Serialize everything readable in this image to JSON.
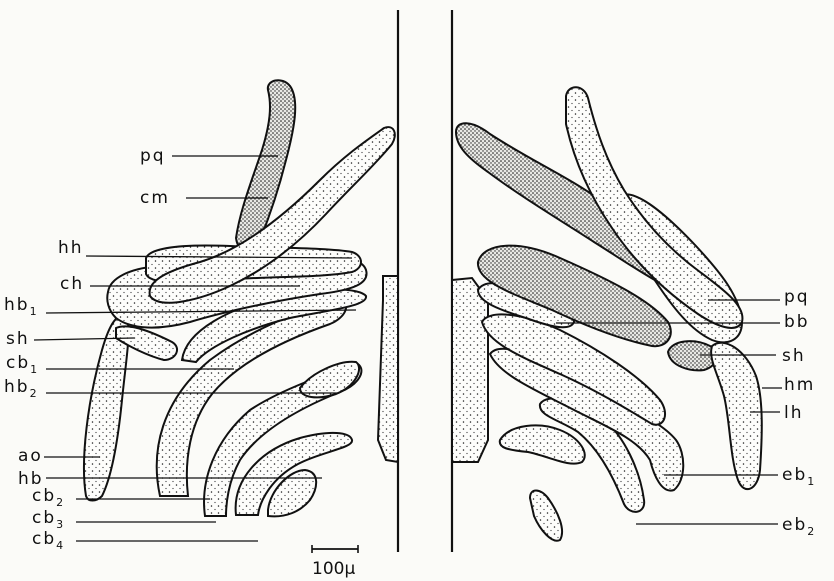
{
  "left_labels": [
    {
      "main": "pq",
      "sub": ""
    },
    {
      "main": "cm",
      "sub": ""
    },
    {
      "main": "hh",
      "sub": ""
    },
    {
      "main": "ch",
      "sub": ""
    },
    {
      "main": "hb",
      "sub": "1"
    },
    {
      "main": "sh",
      "sub": ""
    },
    {
      "main": "cb",
      "sub": "1"
    },
    {
      "main": "hb",
      "sub": "2"
    },
    {
      "main": "ao",
      "sub": ""
    },
    {
      "main": "hb",
      "sub": ""
    },
    {
      "main": "cb",
      "sub": "2"
    },
    {
      "main": "cb",
      "sub": "3"
    },
    {
      "main": "cb",
      "sub": "4"
    }
  ],
  "right_labels": [
    {
      "main": "pq",
      "sub": ""
    },
    {
      "main": "bb",
      "sub": ""
    },
    {
      "main": "sh",
      "sub": ""
    },
    {
      "main": "hm",
      "sub": ""
    },
    {
      "main": "lh",
      "sub": ""
    },
    {
      "main": "eb",
      "sub": "1"
    },
    {
      "main": "eb",
      "sub": "2"
    }
  ],
  "scale_bar": {
    "label": "100µ"
  }
}
